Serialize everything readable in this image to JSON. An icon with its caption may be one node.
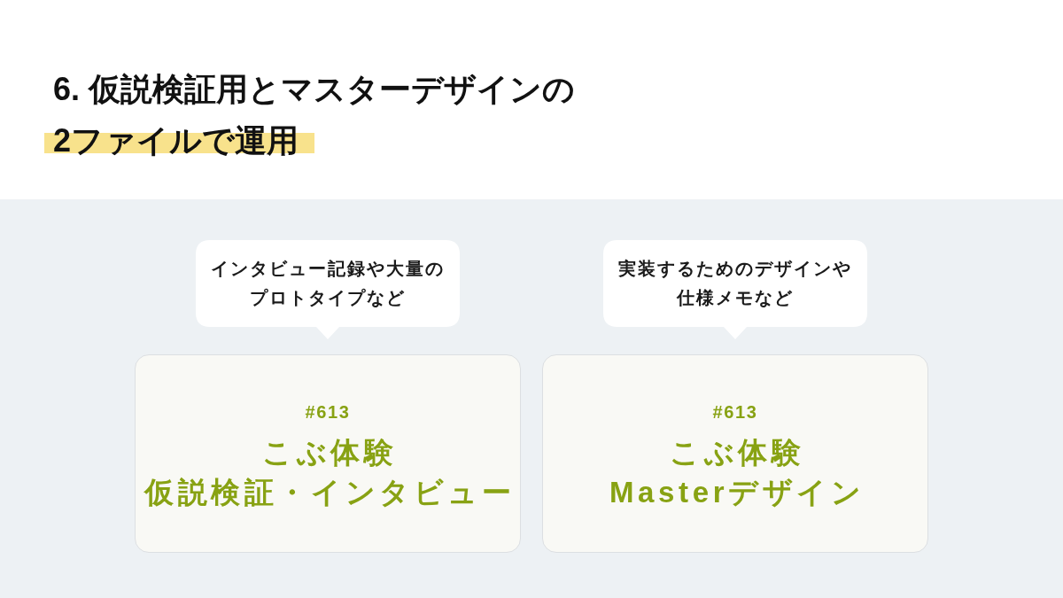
{
  "diagram": {
    "title": "6. 仮説検証用とマスターデザインの2ファイルで運用",
    "nodes": [
      {
        "text": [
          "インタビュー記録や大量のプロトタイプなど"
        ]
      },
      {
        "text": [
          "実装するためのデザインや仕様メモなど"
        ]
      },
      {
        "text": [
          "#613",
          "こぶ体験",
          "仮説検証・インタビュー"
        ]
      },
      {
        "text": [
          "#613",
          "こぶ体験",
          "Masterデザイン"
        ]
      }
    ]
  }
}
